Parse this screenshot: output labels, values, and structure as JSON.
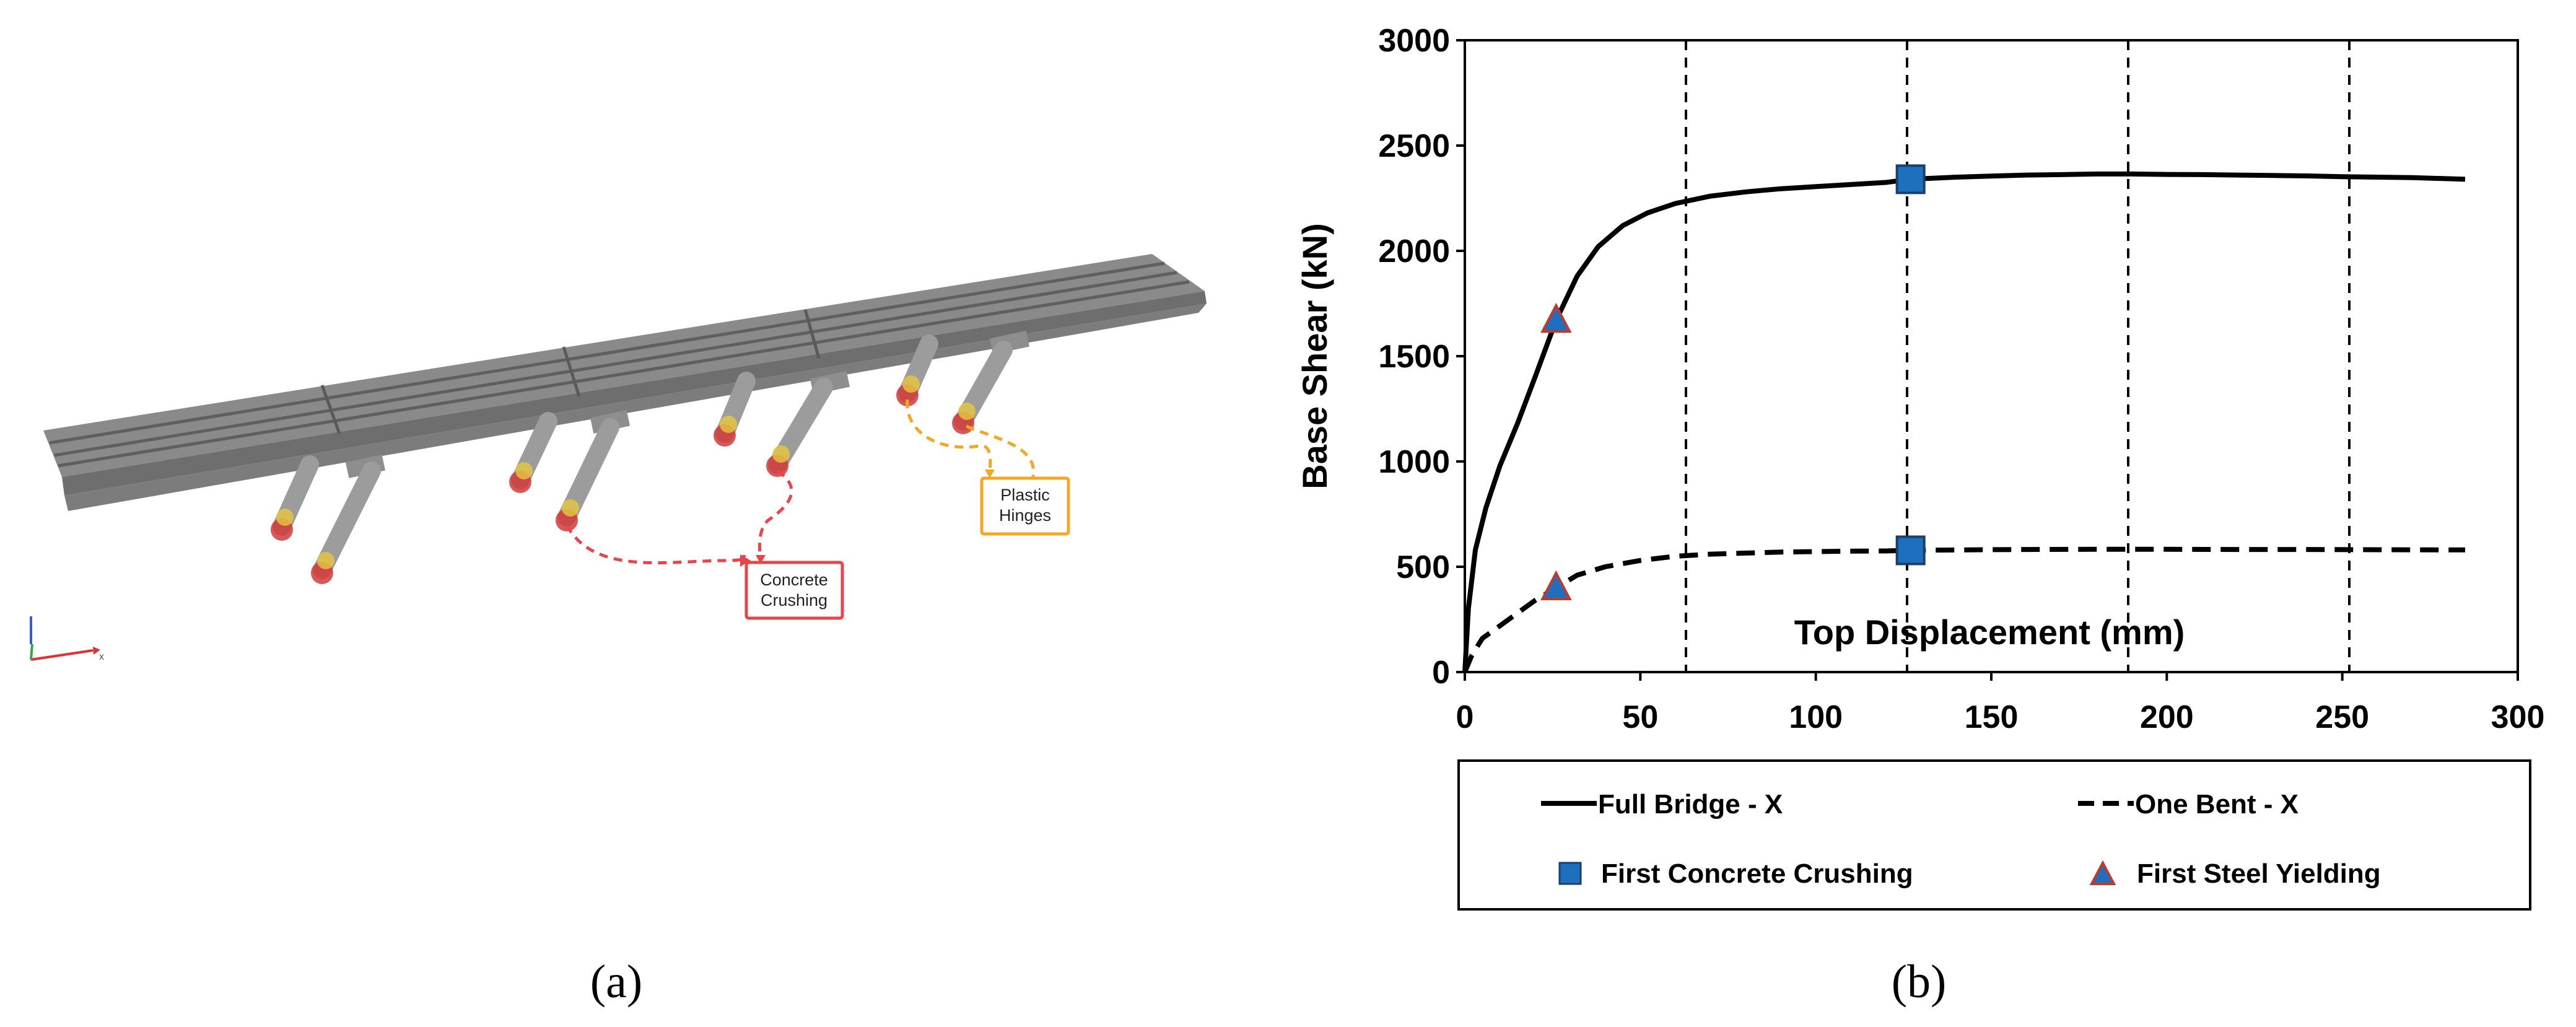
{
  "panels": {
    "a": {
      "caption": "(a)",
      "annotations": {
        "concrete": {
          "line1": "Concrete",
          "line2": "Crushing",
          "color": "#e8454a"
        },
        "hinges": {
          "line1": "Plastic",
          "line2": "Hinges",
          "color": "#f0a825"
        }
      },
      "axis_triad": {
        "x": "x"
      }
    },
    "b": {
      "caption": "(b)"
    }
  },
  "colors": {
    "deck": "#8a8a8a",
    "deck_dark": "#6e6e6e",
    "column": "#9c9c9c",
    "hinge_red": "#d23a3a",
    "hinge_yellow": "#e8c840",
    "marker_fill": "#1f6fbf",
    "triangle_edge": "#c0392b",
    "curve": "#000000"
  },
  "chart_data": {
    "type": "line",
    "xlabel": "Top Displacement (mm)",
    "ylabel": "Base Shear (kN)",
    "xlim": [
      0,
      300
    ],
    "ylim": [
      0,
      3000
    ],
    "xticks": [
      0,
      50,
      100,
      150,
      200,
      250,
      300
    ],
    "yticks": [
      0,
      500,
      1000,
      1500,
      2000,
      2500,
      3000
    ],
    "grid": "vertical dashed lines",
    "vlines": [
      63,
      126,
      189,
      252
    ],
    "series": [
      {
        "name": "Full Bridge - X",
        "style": "solid",
        "x": [
          0,
          1,
          3,
          6,
          10,
          15,
          20,
          26,
          32,
          38,
          45,
          52,
          60,
          70,
          80,
          90,
          100,
          110,
          120,
          127,
          140,
          150,
          160,
          170,
          180,
          190,
          200,
          210,
          220,
          230,
          240,
          250,
          260,
          270,
          285
        ],
        "y": [
          0,
          300,
          580,
          780,
          980,
          1180,
          1400,
          1670,
          1880,
          2020,
          2120,
          2180,
          2225,
          2260,
          2280,
          2295,
          2305,
          2315,
          2325,
          2340,
          2350,
          2355,
          2360,
          2362,
          2365,
          2365,
          2363,
          2362,
          2360,
          2358,
          2356,
          2352,
          2350,
          2348,
          2340
        ]
      },
      {
        "name": "One Bent - X",
        "style": "dashed",
        "x": [
          0,
          2,
          5,
          10,
          15,
          20,
          26,
          32,
          40,
          50,
          60,
          70,
          80,
          90,
          100,
          110,
          120,
          127,
          140,
          160,
          180,
          200,
          220,
          240,
          260,
          285
        ],
        "y": [
          0,
          80,
          160,
          220,
          280,
          340,
          400,
          460,
          500,
          530,
          550,
          560,
          565,
          570,
          572,
          574,
          575,
          578,
          580,
          582,
          583,
          583,
          582,
          582,
          581,
          580
        ]
      }
    ],
    "markers": [
      {
        "name": "First Concrete Crushing",
        "shape": "square",
        "points": [
          [
            127,
            2340
          ],
          [
            127,
            578
          ]
        ]
      },
      {
        "name": "First Steel Yielding",
        "shape": "triangle",
        "points": [
          [
            26,
            1670
          ],
          [
            26,
            400
          ]
        ]
      }
    ],
    "legend": {
      "position": "bottom",
      "items": [
        "Full Bridge - X",
        "One Bent - X",
        "First Concrete Crushing",
        "First Steel Yielding"
      ]
    }
  }
}
